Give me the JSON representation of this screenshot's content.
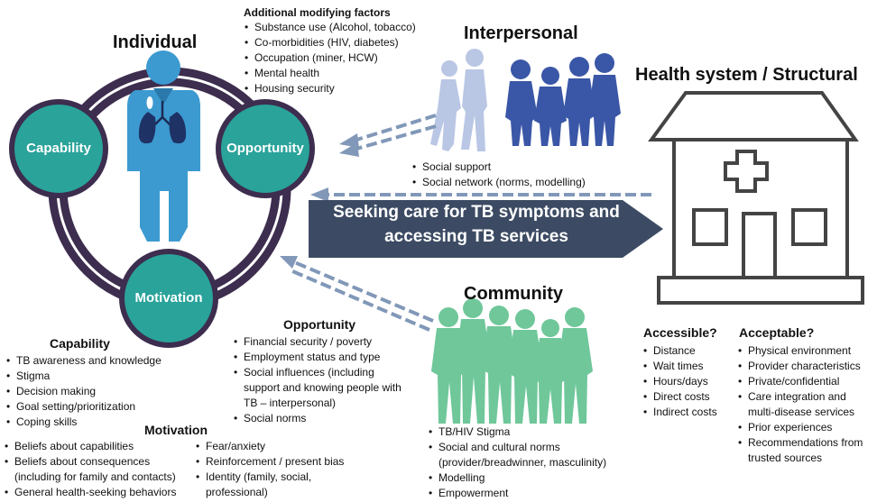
{
  "individual": {
    "title": "Individual",
    "circles": {
      "capability": "Capability",
      "opportunity": "Opportunity",
      "motivation": "Motivation"
    }
  },
  "modifying_factors": {
    "title": "Additional modifying factors",
    "items": [
      "Substance use (Alcohol, tobacco)",
      "Co-morbidities (HIV, diabetes)",
      "Occupation (miner, HCW)",
      "Mental health",
      "Housing security"
    ]
  },
  "interpersonal": {
    "title": "Interpersonal",
    "items": [
      "Social support",
      "Social network (norms, modelling)"
    ]
  },
  "health_system": {
    "title": "Health system / Structural"
  },
  "main_arrow": {
    "line1": "Seeking care for TB symptoms and",
    "line2": "accessing TB services"
  },
  "community": {
    "title": "Community",
    "items": [
      "TB/HIV Stigma",
      "Social and cultural norms (provider/breadwinner, masculinity)",
      "Modelling",
      "Empowerment"
    ]
  },
  "capability": {
    "title": "Capability",
    "items": [
      "TB awareness and knowledge",
      "Stigma",
      "Decision making",
      "Goal setting/prioritization",
      "Coping skills"
    ]
  },
  "opportunity": {
    "title": "Opportunity",
    "items": [
      "Financial security / poverty",
      "Employment status and type",
      "Social influences (including support and knowing people with TB – interpersonal)",
      "Social norms"
    ]
  },
  "motivation": {
    "title": "Motivation",
    "items_left": [
      "Beliefs about capabilities",
      "Beliefs about consequences (including for family and contacts)",
      "General health-seeking behaviors"
    ],
    "items_right": [
      "Fear/anxiety",
      "Reinforcement / present bias",
      "Identity (family, social, professional)"
    ]
  },
  "accessible": {
    "title": "Accessible?",
    "items": [
      "Distance",
      "Wait times",
      "Hours/days",
      "Direct costs",
      "Indirect costs"
    ]
  },
  "acceptable": {
    "title": "Acceptable?",
    "items": [
      "Physical environment",
      "Provider characteristics",
      "Private/confidential",
      "Care integration and multi-disease services",
      "Prior experiences",
      "Recommendations from trusted sources"
    ]
  },
  "colors": {
    "teal": "#2aa39a",
    "ring": "#3d2d4e",
    "person": "#3c9ad0",
    "interpersonal_dark": "#3a56a6",
    "interpersonal_light": "#b9c6e4",
    "community": "#6fc79a",
    "arrow": "#3c4b63",
    "dashed": "#8198b8",
    "house": "#444444"
  }
}
